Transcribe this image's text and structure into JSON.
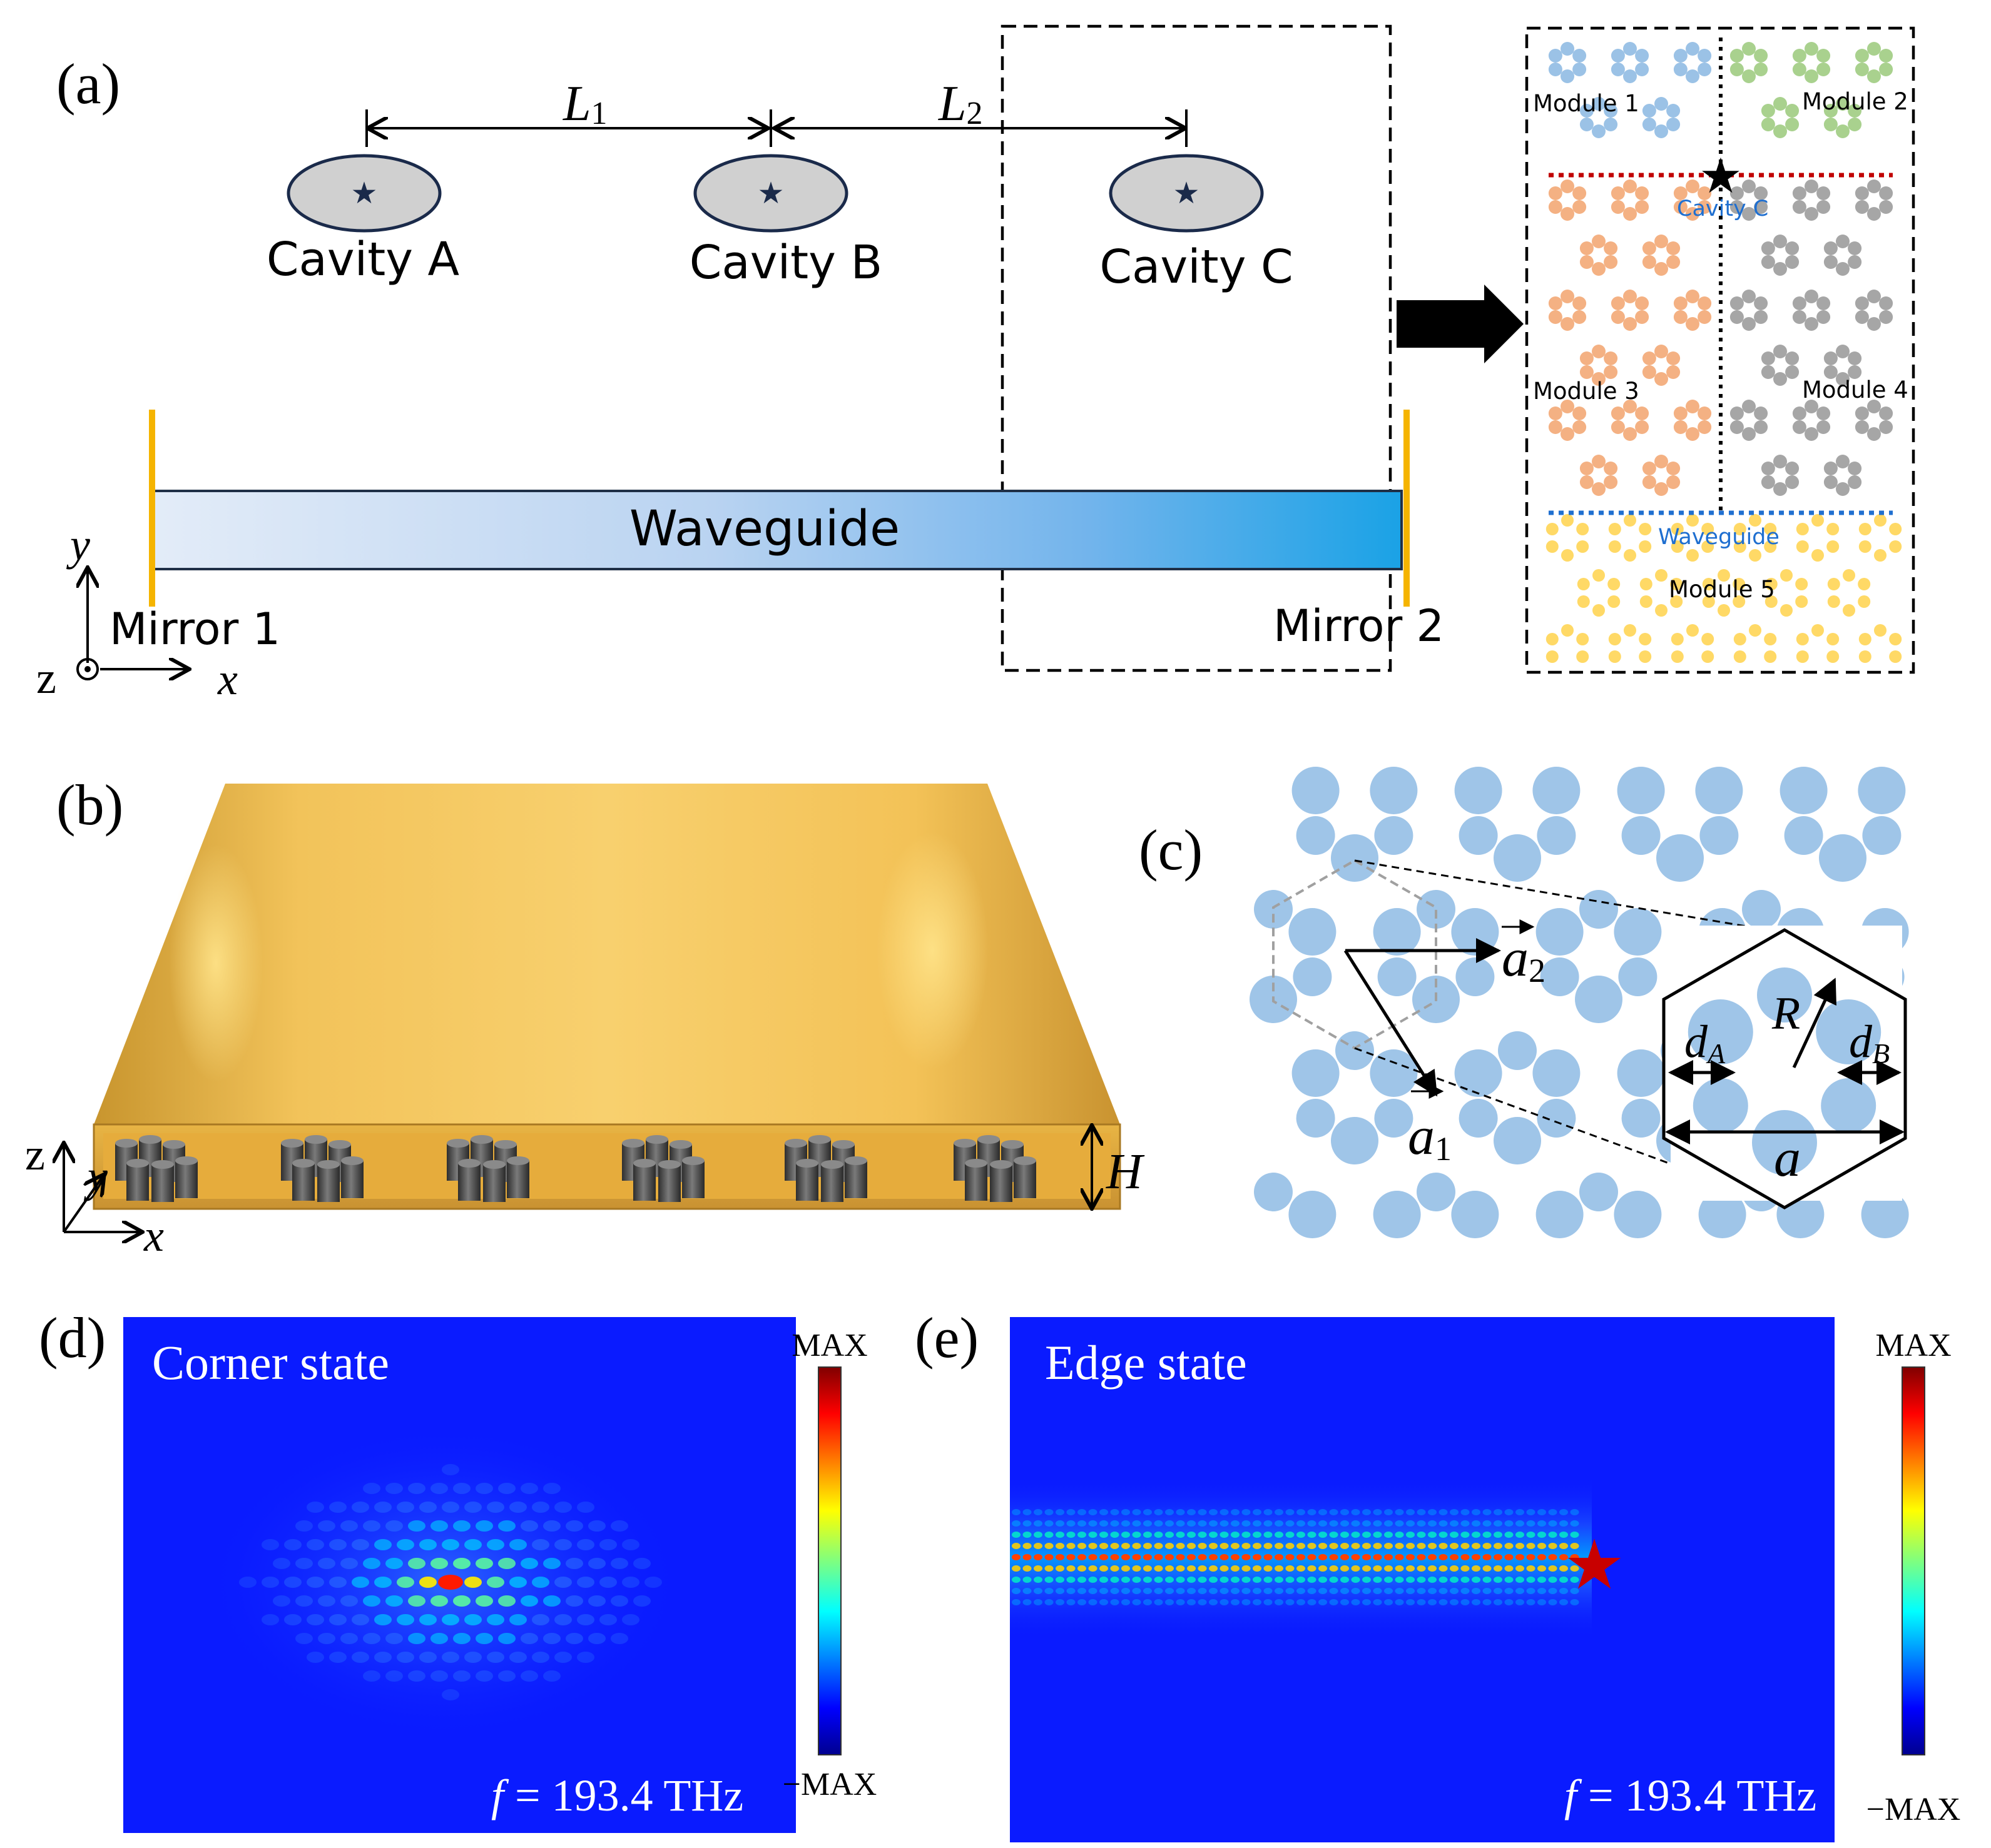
{
  "panel_a": {
    "label": "(a)",
    "L1_main": "L",
    "L1_sub": "1",
    "L2_main": "L",
    "L2_sub": "2",
    "cavity_a": "Cavity A",
    "cavity_b": "Cavity B",
    "cavity_c": "Cavity C",
    "waveguide": "Waveguide",
    "mirror1": "Mirror 1",
    "mirror2": "Mirror 2",
    "axis_y": "y",
    "axis_z": "z",
    "axis_x": "x",
    "inset": {
      "module1": "Module 1",
      "module2": "Module 2",
      "module3": "Module 3",
      "module4": "Module 4",
      "module5": "Module 5",
      "cavity": "Cavity C",
      "waveguide": "Waveguide"
    }
  },
  "panel_b": {
    "label": "(b)",
    "axis_z": "z",
    "axis_y": "y",
    "axis_x": "x",
    "height": "H"
  },
  "panel_c": {
    "label": "(c)",
    "a1_main": "a",
    "a1_sub": "1",
    "a2_main": "a",
    "a2_sub": "2",
    "R": "R",
    "dA_main": "d",
    "dA_sub": "A",
    "dB_main": "d",
    "dB_sub": "B",
    "a": "a"
  },
  "panel_d": {
    "label": "(d)",
    "title": "Corner state",
    "freq_f": "f",
    "freq_rest": " = 193.4 THz",
    "cbar_max": "MAX",
    "cbar_min": "−MAX"
  },
  "panel_e": {
    "label": "(e)",
    "title": "Edge state",
    "freq_f": "f",
    "freq_rest": " = 193.4 THz",
    "cbar_max": "MAX",
    "cbar_min": "−MAX"
  },
  "colors": {
    "field_background": "#0a1bff",
    "cavity_fill": "#d0d0d0",
    "module1": "#9bc2e6",
    "module2": "#a9d18e",
    "module3": "#f4b183",
    "module4": "#a6a6a6",
    "module5": "#ffd966",
    "mirror": "#f5b400",
    "gold": "#e9b43e",
    "pillar": "#555555",
    "rod": "#9fc5e8"
  }
}
